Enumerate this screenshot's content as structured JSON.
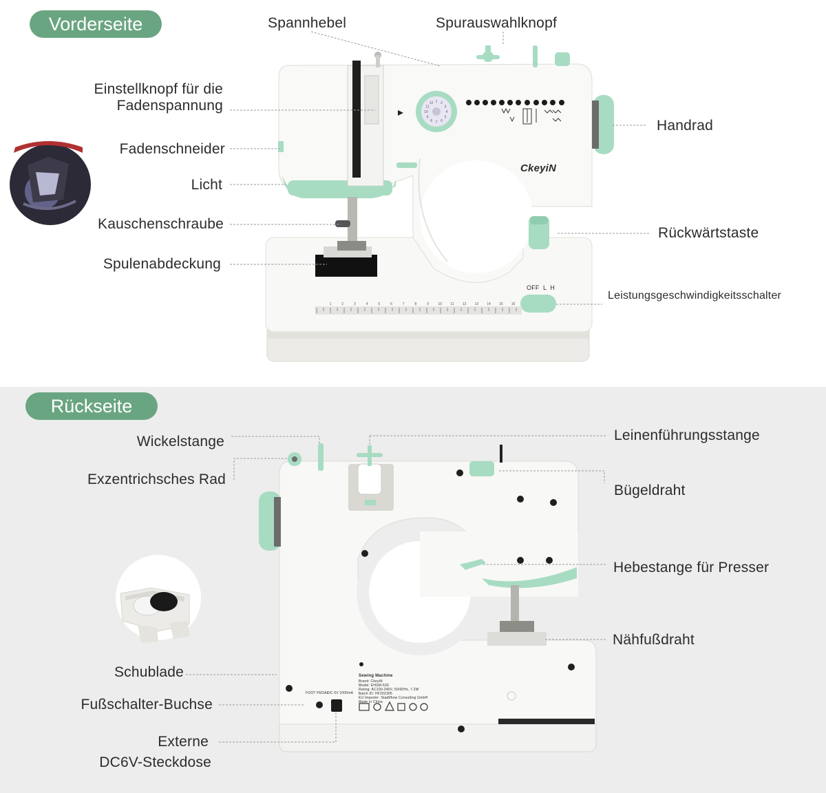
{
  "front": {
    "title": "Vorderseite",
    "labels": {
      "spannhebel": "Spannhebel",
      "spurauswahlknopf": "Spurauswahlknopf",
      "einstellknopf_1": "Einstellknopf für die",
      "einstellknopf_2": "Fadenspannung",
      "fadenschneider": "Fadenschneider",
      "licht": "Licht",
      "kauschenschraube": "Kauschenschraube",
      "spulenabdeckung": "Spulenabdeckung",
      "handrad": "Handrad",
      "rueckwaertstaste": "Rückwärtstaste",
      "leistung": "Leistungsgeschwindigkeitsschalter"
    },
    "machine": {
      "brand": "CkeyiN",
      "switch_text": "OFF  L  H",
      "dial_numbers": [
        "1",
        "2",
        "3",
        "4",
        "5",
        "6",
        "7",
        "8",
        "9",
        "10",
        "11",
        "12"
      ],
      "ruler_numbers": [
        "1",
        "2",
        "3",
        "4",
        "5",
        "6",
        "7",
        "8",
        "9",
        "10",
        "11",
        "12",
        "13",
        "14",
        "15",
        "16"
      ]
    }
  },
  "back": {
    "title": "Rückseite",
    "labels": {
      "wickelstange": "Wickelstange",
      "exzentrisch": "Exzentrichsches Rad",
      "schublade": "Schublade",
      "fussschalter": "Fußschalter-Buchse",
      "externe_1": "Externe",
      "externe_2": "DC6V-Steckdose",
      "leinen": "Leinenführungsstange",
      "buegeldraht": "Bügeldraht",
      "hebestange": "Hebestange für Presser",
      "naehfuss": "Nähfußdraht"
    },
    "machine": {
      "rating_title": "Sewing Machine",
      "rating_lines": [
        "Brand: CkeyiN",
        "Model: EHSM-530",
        "Rating: AC100-240V, 50/60Hz, 7.2W",
        "Batch ID: HF202305",
        "EU Importer: Stadtfhow Consulting GmbH",
        "Made in China"
      ],
      "foot_pedal": "FOOT PEDAL",
      "dc_label": "DC 6V 1000mA"
    }
  },
  "colors": {
    "accent": "#6aa581",
    "mint": "#a7dcc2",
    "machine": "#f7f7f5"
  }
}
